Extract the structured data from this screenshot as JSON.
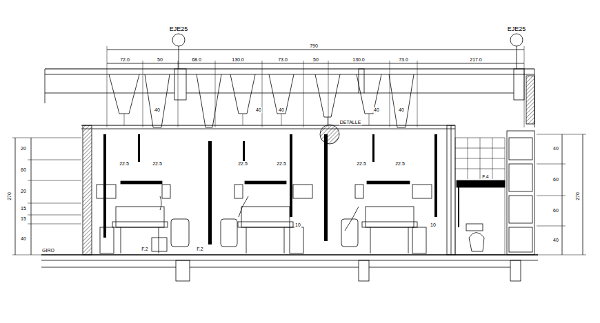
{
  "diagram": {
    "labels": [
      "EJE25",
      "EJE25",
      "790",
      "72.0",
      "50",
      "68.0",
      "130.0",
      "73.0",
      "50",
      "130.0",
      "73.0",
      "217.0",
      "40",
      "40",
      "40",
      "40",
      "40",
      "DETALLE",
      "22.5",
      "22.5",
      "22.5",
      "22.5",
      "22.5",
      "22.5",
      "GIRO",
      "F.2",
      "F.2",
      "10",
      "10",
      "F.4",
      "20",
      "60",
      "20",
      "15",
      "15",
      "40",
      "270",
      "40",
      "60",
      "60",
      "40",
      "270"
    ]
  }
}
